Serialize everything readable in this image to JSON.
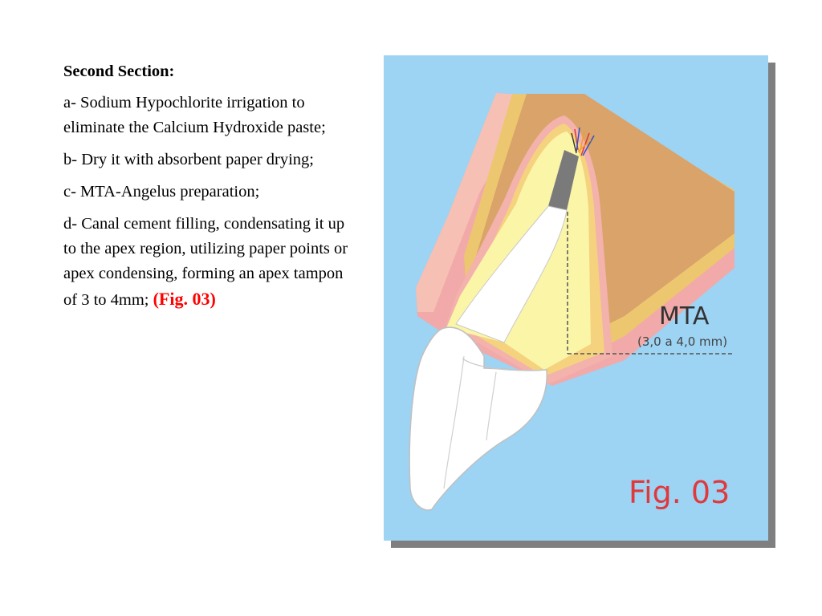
{
  "content": {
    "heading": "Second Section:",
    "steps": [
      "a- Sodium Hypochlorite irrigation to eliminate the Calcium Hydroxide paste;",
      "b- Dry it with absorbent paper drying;",
      "c- MTA-Angelus preparation;",
      "d- Canal cement filling, condensating it up to the apex region, utilizing paper points or apex condensing, forming an apex tampon of 3 to 4mm;"
    ],
    "figure_reference": "(Fig. 03)"
  },
  "figure": {
    "mta_label": "MTA",
    "mta_measure": "(3,0 a 4,0 mm)",
    "caption": "Fig. 03",
    "colors": {
      "background": "#9dd3f3",
      "caption_red": "#e0393c",
      "gum_pink": "#f2a9a9",
      "bone_tan": "#d9a36a",
      "canal_yellow": "#fbf5a8"
    }
  }
}
